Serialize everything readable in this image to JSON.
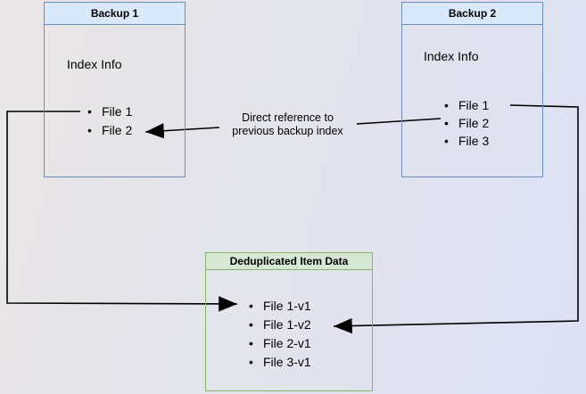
{
  "diagram": {
    "nodes": {
      "backup1": {
        "title": "Backup 1",
        "subtitle": "Index Info",
        "files": [
          "File 1",
          "File 2"
        ]
      },
      "backup2": {
        "title": "Backup 2",
        "subtitle": "Index Info",
        "files": [
          "File 1",
          "File 2",
          "File 3"
        ]
      },
      "dedup": {
        "title": "Deduplicated Item Data",
        "files": [
          "File 1-v1",
          "File 1-v2",
          "File 2-v1",
          "File 3-v1"
        ]
      }
    },
    "annotations": {
      "direct_reference": {
        "line1": "Direct reference to",
        "line2": "previous backup index"
      }
    }
  },
  "glyphs": {
    "bullet": "•"
  },
  "colors": {
    "blue-fill": "#dae8fc",
    "blue-border": "#6c8ebf",
    "green-fill": "#d5e8d4",
    "green-border": "#82b366",
    "ink": "#000000",
    "bg-from": "#e9e6e5",
    "bg-to": "#dde1f4"
  }
}
